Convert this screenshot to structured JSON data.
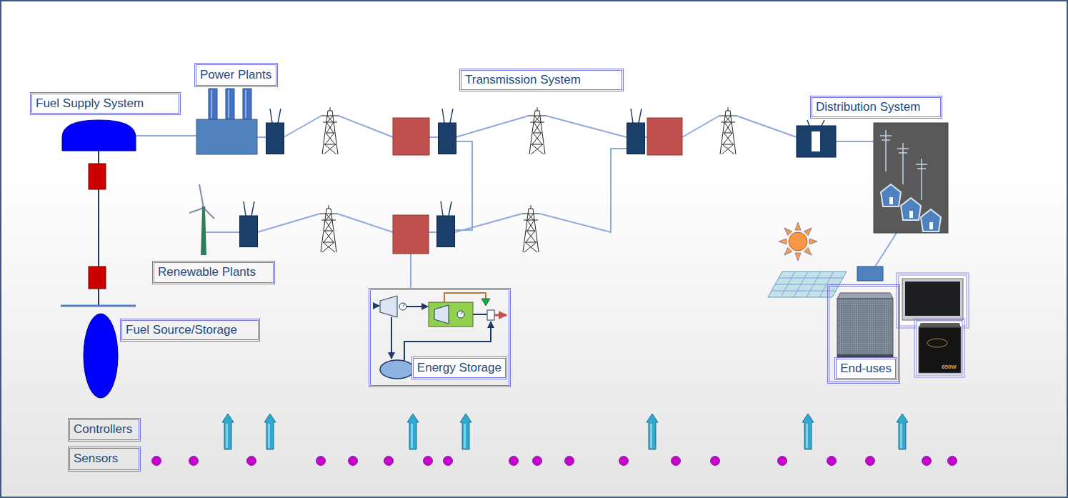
{
  "diagram": {
    "nodes": [
      {
        "text": [
          "Fuel Supply System"
        ]
      },
      {
        "text": [
          "Power Plants"
        ]
      },
      {
        "text": [
          "Transmission System"
        ]
      },
      {
        "text": [
          "Distribution System"
        ]
      },
      {
        "text": [
          "Renewable Plants"
        ]
      },
      {
        "text": [
          "Fuel Source/Storage"
        ]
      },
      {
        "text": [
          "Energy Storage"
        ]
      },
      {
        "text": [
          "End-uses"
        ]
      },
      {
        "text": [
          "Controllers"
        ]
      },
      {
        "text": [
          "Sensors"
        ]
      }
    ],
    "labels": [
      "850W"
    ]
  }
}
